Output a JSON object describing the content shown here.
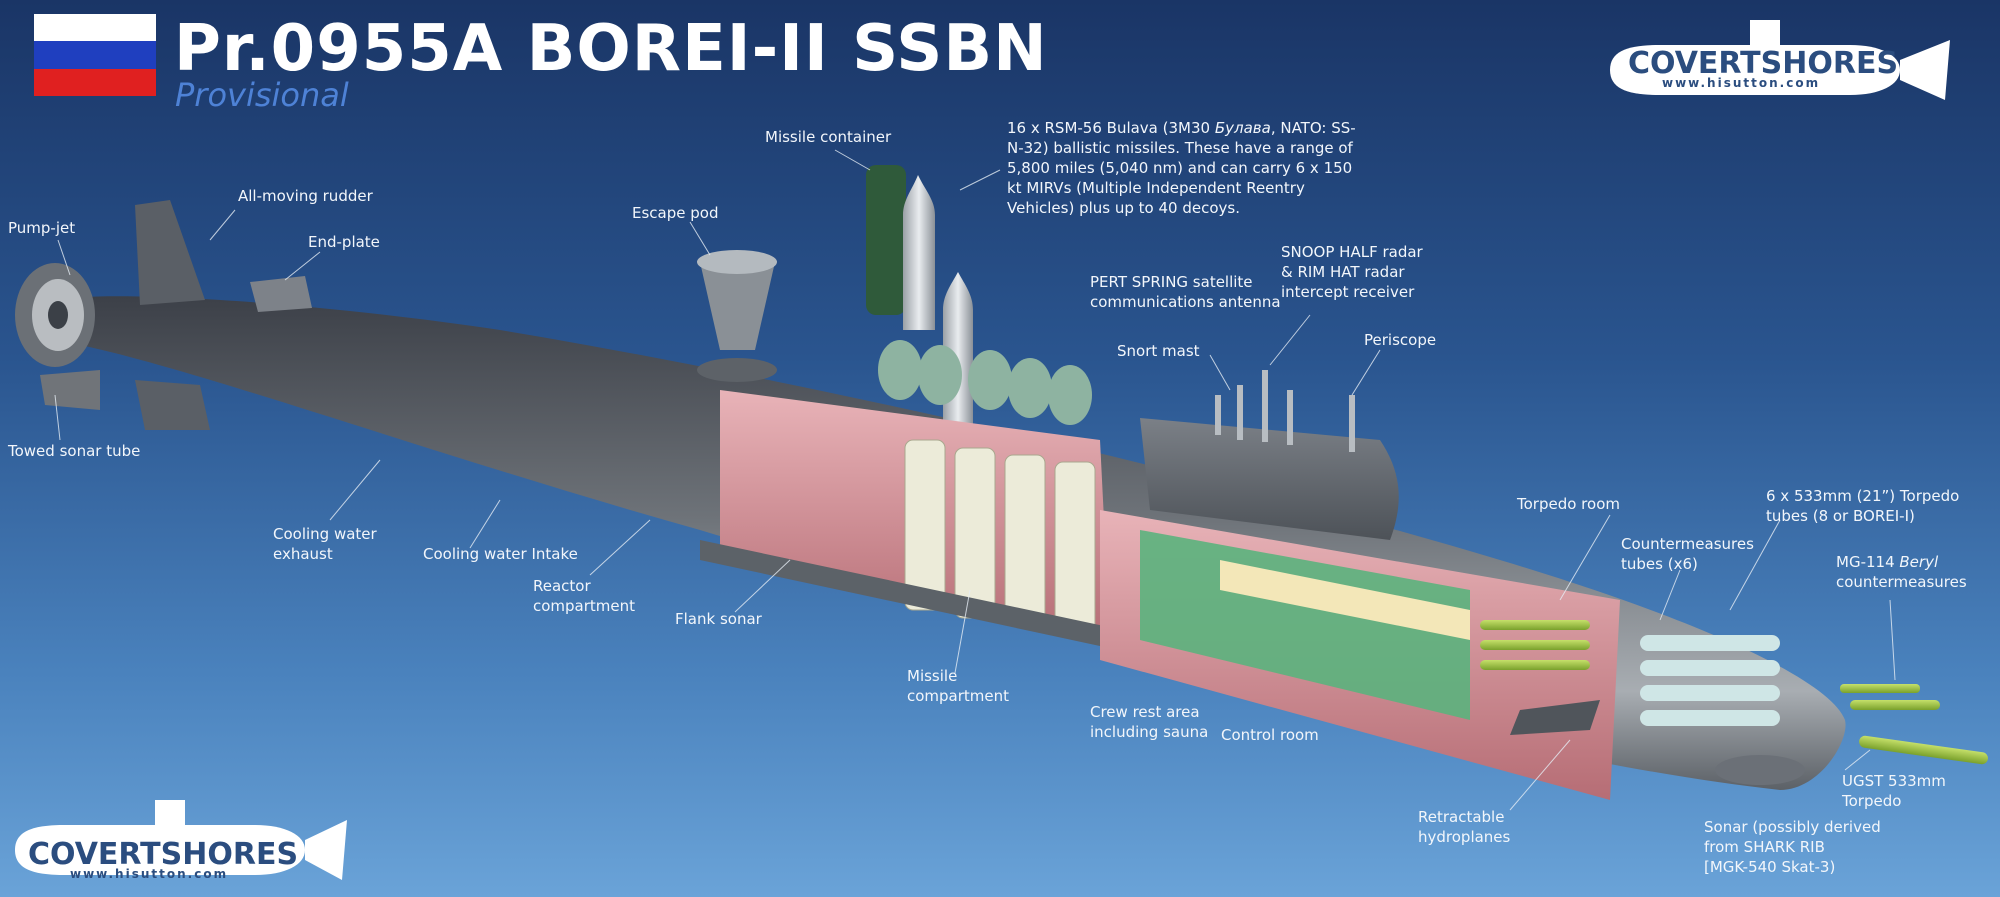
{
  "header": {
    "title": "Pr.0955A BOREI-II SSBN",
    "subtitle": "Provisional"
  },
  "flag": {
    "colors": [
      "#ffffff",
      "#1f3fbf",
      "#e02020"
    ]
  },
  "logo": {
    "name": "COVERTSHORES",
    "url": "www.hisutton.com"
  },
  "labels": {
    "pump_jet": "Pump-jet",
    "all_moving_rudder": "All-moving rudder",
    "end_plate": "End-plate",
    "towed_sonar_tube": "Towed sonar tube",
    "cooling_water_exhaust_1": "Cooling water",
    "cooling_water_exhaust_2": "exhaust",
    "cooling_water_intake": "Cooling water Intake",
    "reactor_compartment_1": "Reactor",
    "reactor_compartment_2": "compartment",
    "flank_sonar": "Flank sonar",
    "escape_pod": "Escape pod",
    "missile_container": "Missile container",
    "missiles_1": "16 x RSM-56 Bulava (3M30 ",
    "missiles_bulava": "Булава",
    "missiles_2": ", NATO: SS-",
    "missiles_3": "N-32) ballistic missiles. These have a range of",
    "missiles_4": "5,800 miles (5,040 nm) and can carry 6 x 150",
    "missiles_5": "kt MIRVs (Multiple Independent Reentry",
    "missiles_6": "Vehicles) plus up to 40 decoys.",
    "missile_compartment_1": "Missile",
    "missile_compartment_2": "compartment",
    "pert_spring_1": "PERT SPRING satellite",
    "pert_spring_2": "communications antenna",
    "snoop_half_1": "SNOOP HALF radar",
    "snoop_half_2": "& RIM HAT radar",
    "snoop_half_3": "intercept receiver",
    "snort_mast": "Snort mast",
    "periscope": "Periscope",
    "crew_rest_1": "Crew rest area",
    "crew_rest_2": "including sauna",
    "control_room": "Control room",
    "torpedo_room": "Torpedo room",
    "countermeasures_tubes_1": "Countermeasures",
    "countermeasures_tubes_2": "tubes (x6)",
    "torpedo_tubes_1": "6 x 533mm (21”) Torpedo",
    "torpedo_tubes_2": "tubes (8 or BOREI-I)",
    "mg114_1": "MG-114 ",
    "mg114_beryl": "Beryl",
    "mg114_2": "countermeasures",
    "retractable_1": "Retractable",
    "retractable_2": "hydroplanes",
    "ugst_1": "UGST 533mm",
    "ugst_2": "Torpedo",
    "sonar_1": "Sonar (possibly derived",
    "sonar_2": "from  SHARK RIB",
    "sonar_3": "[MGK-540 Skat-3)"
  }
}
